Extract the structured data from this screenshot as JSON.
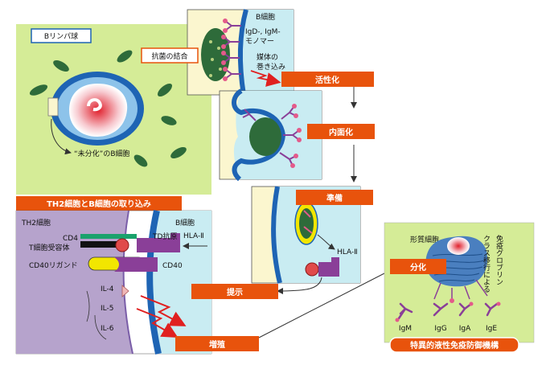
{
  "colors": {
    "lime": "#d5ec97",
    "orange": "#e8530c",
    "cream": "#fbf6cf",
    "cyan": "#c9ecf2",
    "blue": "#1e64b4",
    "purple": "#b6a3cc",
    "magenta": "#8a3f98"
  },
  "left_panel": {
    "title": "Bリンパ球",
    "undiff_label": "“未分化”のB細胞"
  },
  "steps": {
    "binding": "抗菌の結合",
    "activation": "活性化",
    "internalization": "内面化",
    "preparation": "準備",
    "presentation": "提示",
    "proliferation": "増殖",
    "differentiation": "分化",
    "uptake": "TH2細胞とB細胞の取り込み"
  },
  "panel1": {
    "cell": "B細胞",
    "receptor": "IgD-, IgM-",
    "monomer": "モノマー",
    "medium1": "媒体の",
    "medium2": "巻き込み"
  },
  "panel3": {
    "hla": "HLA-Ⅱ"
  },
  "th2_panel": {
    "th2_cell": "TH2細胞",
    "b_cell": "B細胞",
    "cd4": "CD4",
    "tcr": "T細胞受容体",
    "cd40l": "CD40リガンド",
    "td_antigen": "TD抗原",
    "hla": "HLA-Ⅱ",
    "cd40": "CD40",
    "il4": "IL-4",
    "il5": "IL-5",
    "il6": "IL-6"
  },
  "right_panel": {
    "plasma": "形質細胞",
    "class_switch": "クラス移行による",
    "globulin": "免疫グロブリン",
    "igm": "IgM",
    "igg": "IgG",
    "iga": "IgA",
    "ige": "IgE",
    "footer": "特異的液性免疫防御機構"
  }
}
